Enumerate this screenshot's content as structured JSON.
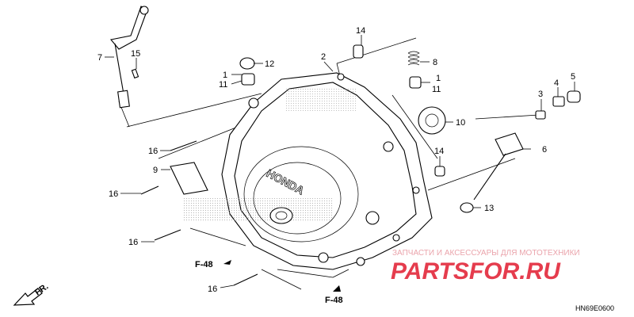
{
  "diagram": {
    "callouts": [
      "1",
      "11",
      "12",
      "14",
      "2",
      "8",
      "1",
      "11",
      "7",
      "15",
      "5",
      "4",
      "3",
      "10",
      "16",
      "6",
      "9",
      "14",
      "16",
      "13",
      "16",
      "16"
    ],
    "references": [
      "F-48",
      "F-48"
    ],
    "direction_label": "FR.",
    "diagram_code": "HN69E0600"
  },
  "watermark": {
    "tagline": "ЗАПЧАСТИ И АКСЕССУАРЫ ДЛЯ МОТОТЕХНИКИ",
    "brand": "PARTSFOR.RU"
  },
  "colors": {
    "line": "#000000",
    "watermark_red": "#e3283a",
    "watermark_pink": "#e89aa2",
    "background": "#ffffff"
  }
}
